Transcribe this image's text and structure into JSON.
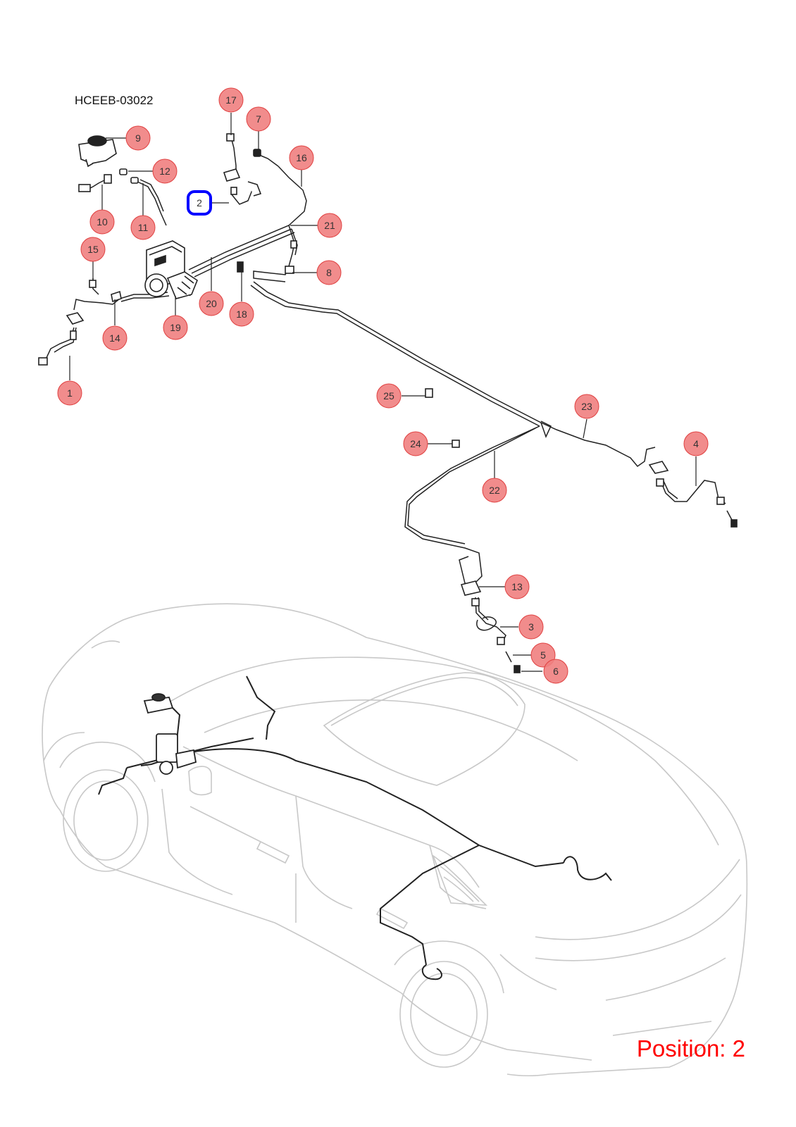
{
  "diagram_code": "HCEEB-03022",
  "position_label": "Position: 2",
  "colors": {
    "callout_fill": "#f08080",
    "callout_stroke": "#e04040",
    "selected_stroke": "#0000ff",
    "line": "#222222",
    "car_outline": "#c8c8c8",
    "position_text": "#ff0000"
  },
  "selected_callout": "2",
  "callouts": [
    {
      "label": "1"
    },
    {
      "label": "2"
    },
    {
      "label": "3"
    },
    {
      "label": "4"
    },
    {
      "label": "5"
    },
    {
      "label": "6"
    },
    {
      "label": "7"
    },
    {
      "label": "8"
    },
    {
      "label": "9"
    },
    {
      "label": "10"
    },
    {
      "label": "11"
    },
    {
      "label": "12"
    },
    {
      "label": "13"
    },
    {
      "label": "14"
    },
    {
      "label": "15"
    },
    {
      "label": "16"
    },
    {
      "label": "17"
    },
    {
      "label": "18"
    },
    {
      "label": "19"
    },
    {
      "label": "20"
    },
    {
      "label": "21"
    },
    {
      "label": "22"
    },
    {
      "label": "23"
    },
    {
      "label": "24"
    },
    {
      "label": "25"
    }
  ]
}
